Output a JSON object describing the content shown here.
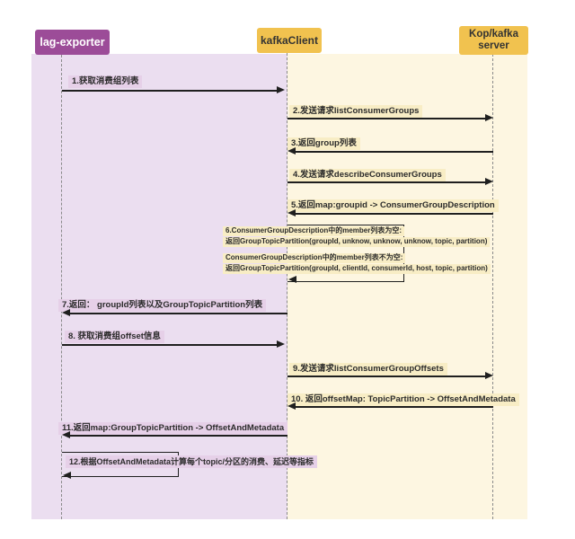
{
  "diagram_type": "sequence-diagram",
  "actors": [
    {
      "id": "lag-exporter",
      "name": "lag-exporter"
    },
    {
      "id": "kafka-client",
      "name": "kafkaClient"
    },
    {
      "id": "kop-kafka-server",
      "name": "Kop/kafka\nserver"
    }
  ],
  "messages": [
    {
      "num": "1",
      "label": "1.获取消费组列表",
      "from": "lag-exporter",
      "to": "kafkaClient",
      "direction": "right"
    },
    {
      "num": "2",
      "label": "2.发送请求listConsumerGroups",
      "from": "kafkaClient",
      "to": "Kop/kafka server",
      "direction": "right"
    },
    {
      "num": "3",
      "label": "3.返回group列表",
      "from": "Kop/kafka server",
      "to": "kafkaClient",
      "direction": "left"
    },
    {
      "num": "4",
      "label": "4.发送请求describeConsumerGroups",
      "from": "kafkaClient",
      "to": "Kop/kafka server",
      "direction": "right"
    },
    {
      "num": "5",
      "label": "5.返回map:groupid -> ConsumerGroupDescription",
      "from": "Kop/kafka server",
      "to": "kafkaClient",
      "direction": "left"
    },
    {
      "num": "6",
      "type": "self",
      "from": "kafkaClient",
      "to": "kafkaClient",
      "lines": [
        "6.ConsumerGroupDescription中的member列表为空:",
        "返回GroupTopicPartition(groupId, unknow, unknow, unknow, topic, partition)",
        "ConsumerGroupDescription中的member列表不为空:",
        "返回GroupTopicPartition(groupId, clientId, consumerId, host, topic, partition)"
      ]
    },
    {
      "num": "7",
      "label": "7.返回： groupId列表以及GroupTopicPartition列表",
      "from": "kafkaClient",
      "to": "lag-exporter",
      "direction": "left"
    },
    {
      "num": "8",
      "label": "8. 获取消费组offset信息",
      "from": "lag-exporter",
      "to": "kafkaClient",
      "direction": "right"
    },
    {
      "num": "9",
      "label": "9.发送请求listConsumerGroupOffsets",
      "from": "kafkaClient",
      "to": "Kop/kafka server",
      "direction": "right"
    },
    {
      "num": "10",
      "label": "10. 返回offsetMap: TopicPartition -> OffsetAndMetadata",
      "from": "Kop/kafka server",
      "to": "kafkaClient",
      "direction": "left"
    },
    {
      "num": "11",
      "label": "11.返回map:GroupTopicPartition -> OffsetAndMetadata",
      "from": "kafkaClient",
      "to": "lag-exporter",
      "direction": "left"
    },
    {
      "num": "12",
      "type": "self",
      "label": "12.根据OffsetAndMetadata计算每个topic/分区的消费、延迟等指标",
      "from": "lag-exporter",
      "to": "lag-exporter"
    }
  ],
  "colors": {
    "header-purple": "#9c4c98",
    "header-yellow": "#f1c24f",
    "region-purple": "#ebdef0",
    "region-yellow": "#fdf6e1",
    "label-lavender": "#e6d0e8",
    "label-cream": "#f8edc5",
    "line-color": "#1f1f1f",
    "lifeline-color": "#8a8a8a"
  }
}
